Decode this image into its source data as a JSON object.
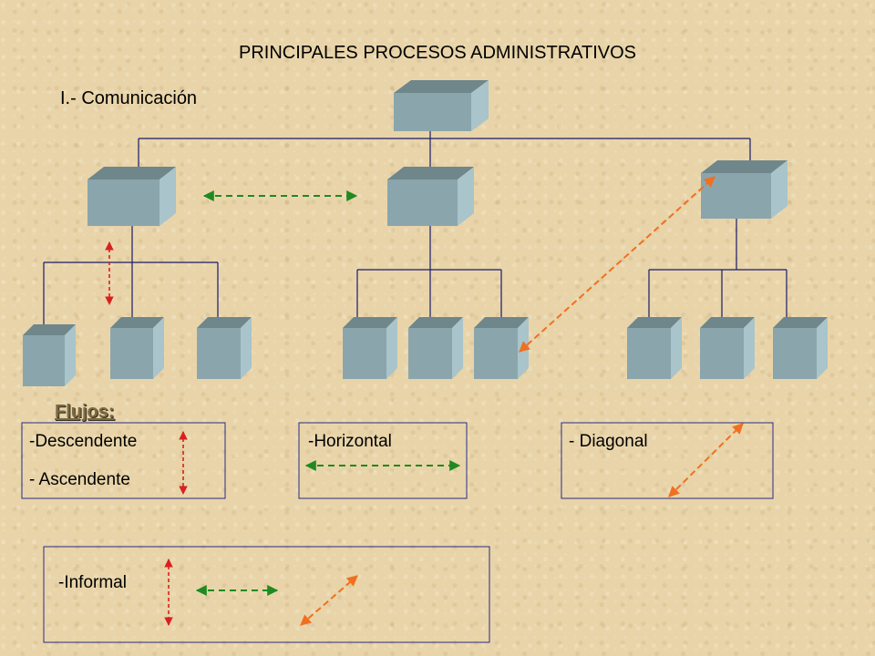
{
  "title": "PRINCIPALES PROCESOS ADMINISTRATIVOS",
  "section": "I.- Comunicación",
  "flows_heading": "Flujos:",
  "legend": {
    "descendente": "-Descendente",
    "ascendente": "- Ascendente",
    "horizontal": "-Horizontal",
    "diagonal": "- Diagonal",
    "informal": "-Informal"
  },
  "colors": {
    "box_front": "#8aa6ac",
    "box_top": "#6f868b",
    "box_side": "#a9c4ca",
    "connector": "#1a1a6e",
    "vertical_arrow": "#d92020",
    "horizontal_arrow": "#1f8a1f",
    "diagonal_arrow": "#f07020",
    "legend_border": "#2a2a8a"
  }
}
